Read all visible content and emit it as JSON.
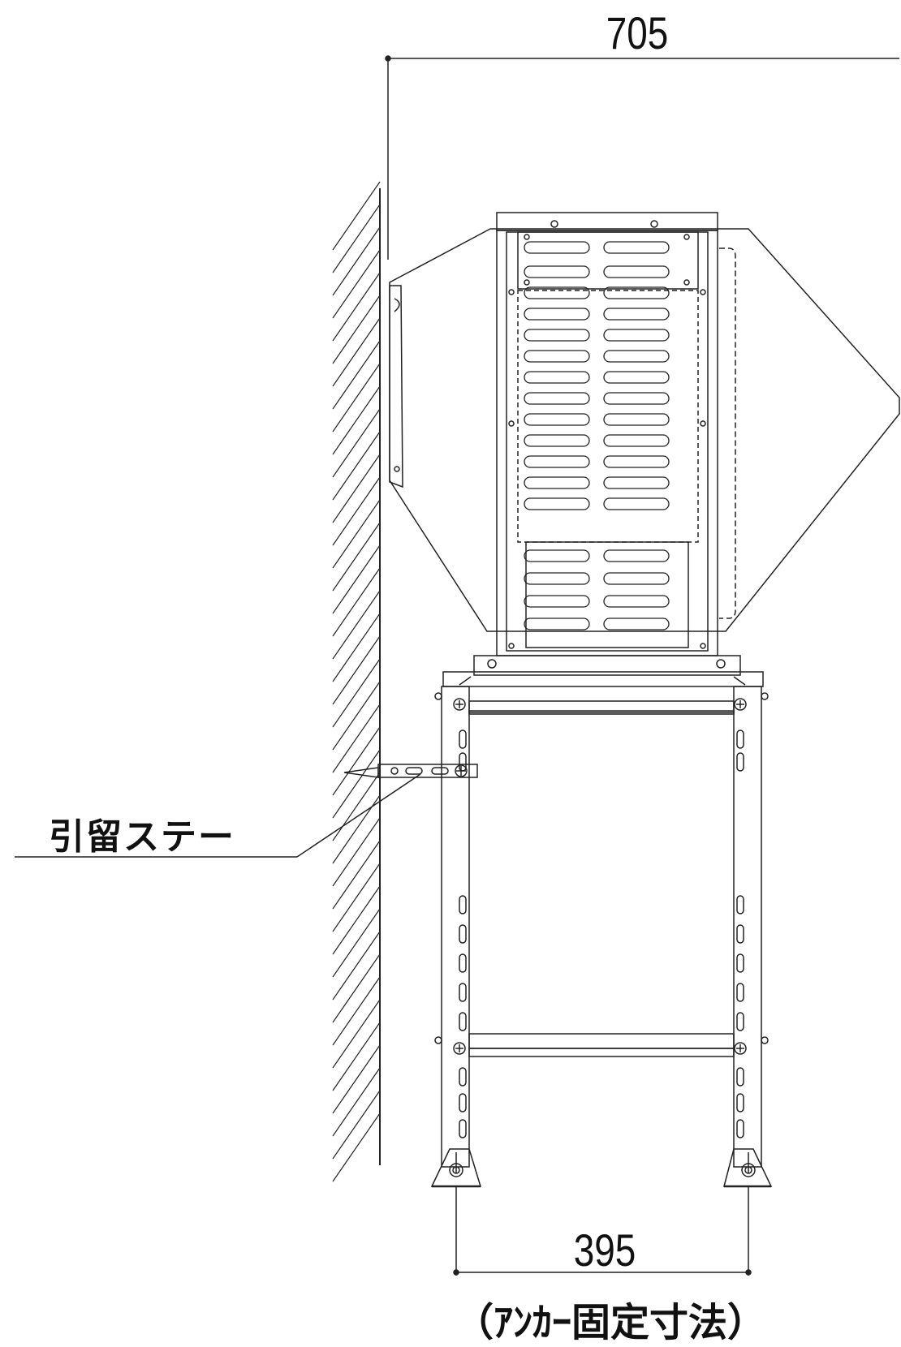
{
  "dimensions": {
    "overall_depth": "705",
    "anchor_pitch": "395"
  },
  "labels": {
    "stay": "引留ステー",
    "anchor_note": "（ｱﾝｶｰ固定寸法）"
  }
}
